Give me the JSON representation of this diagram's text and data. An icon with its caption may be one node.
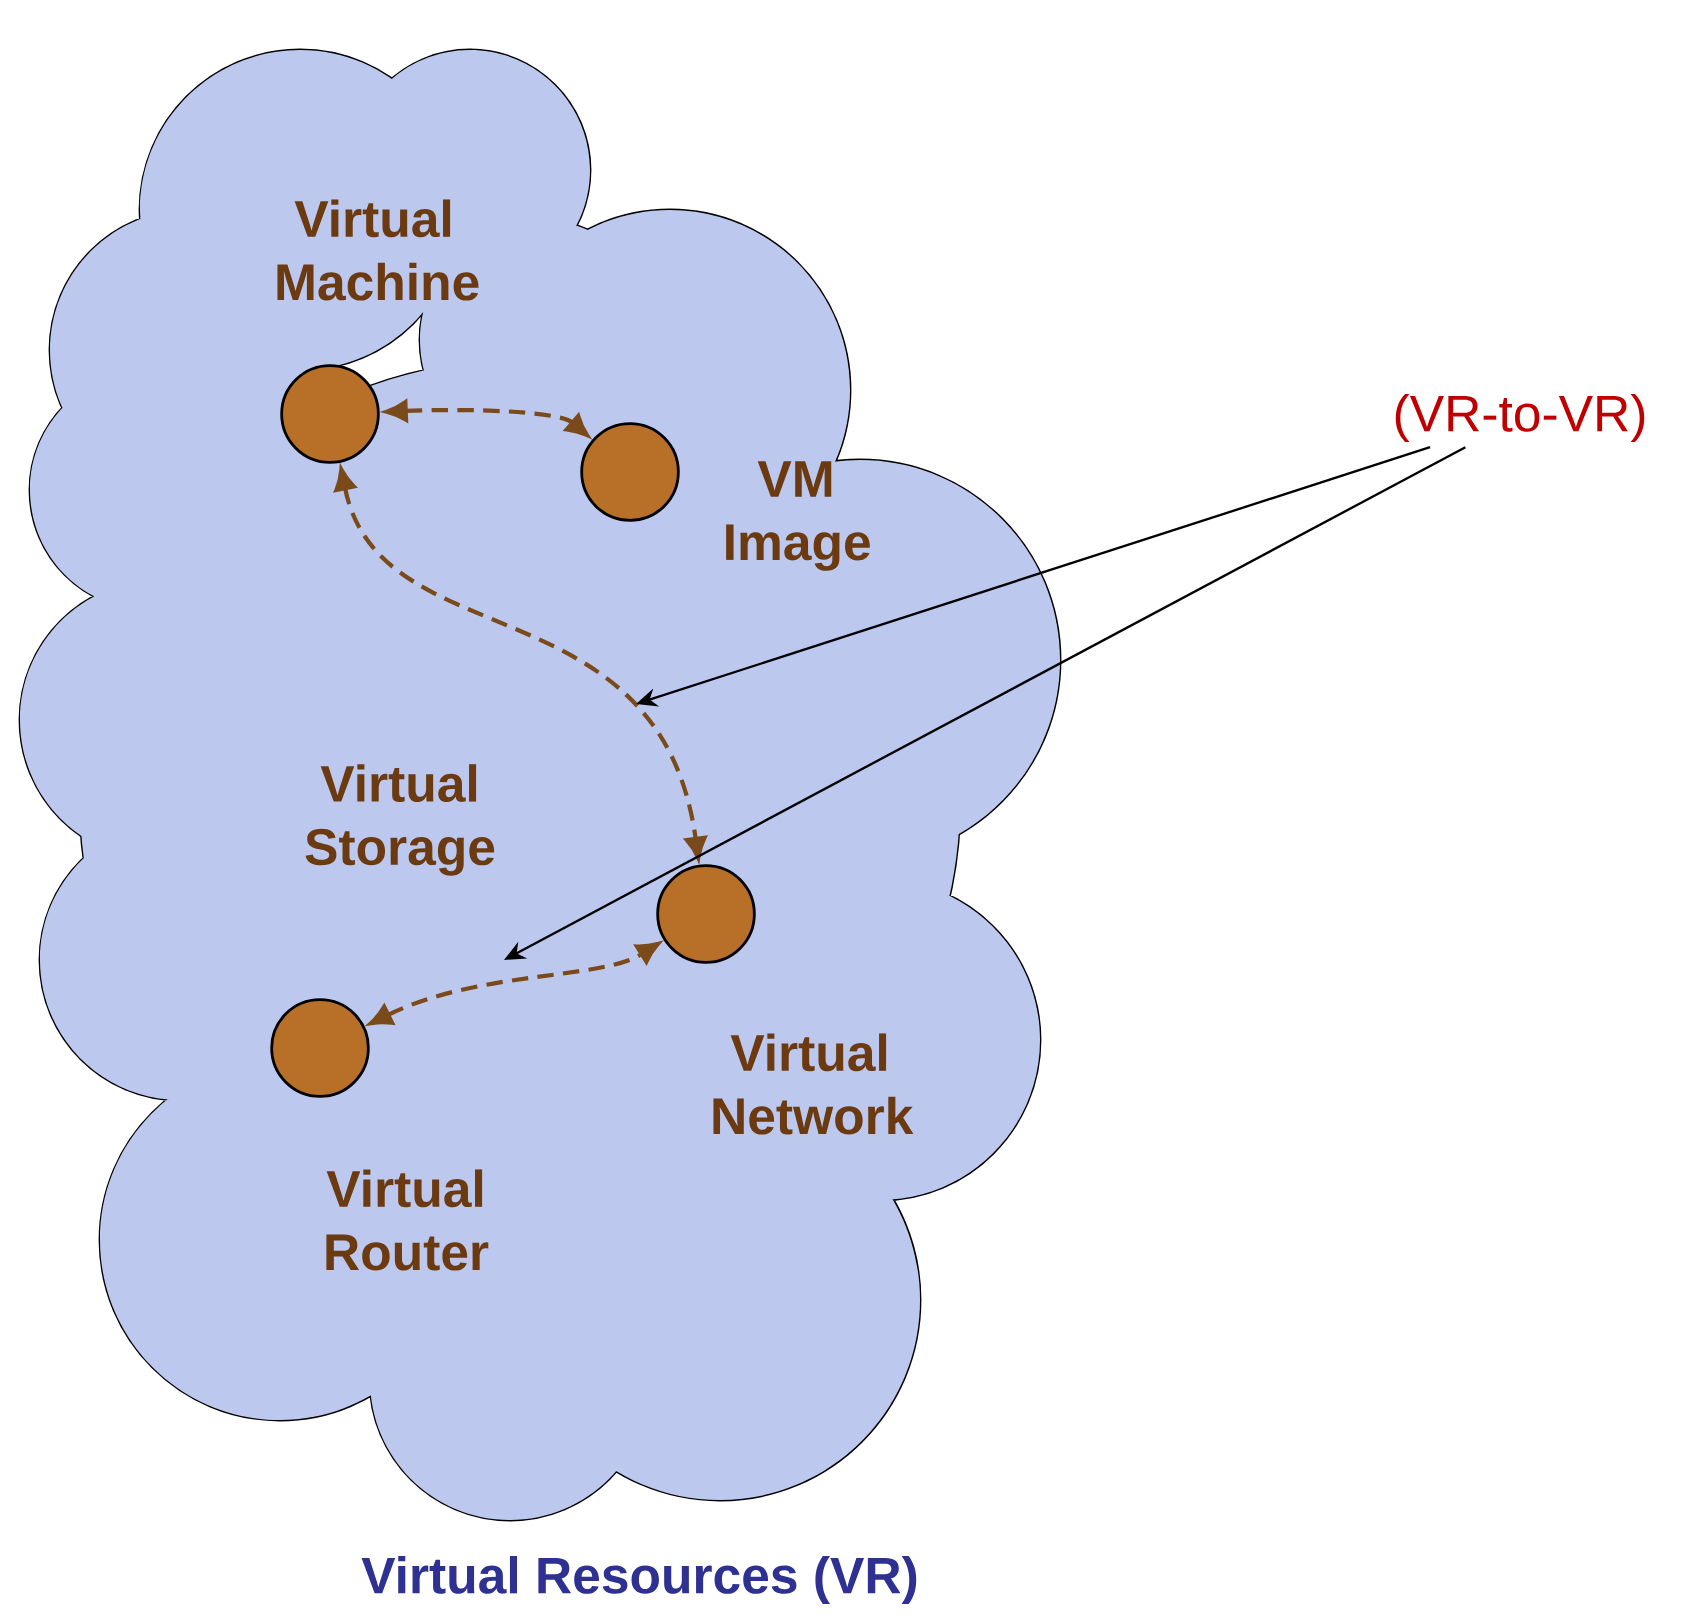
{
  "diagram": {
    "nodes": [
      {
        "text": [
          "Virtual Resources (VR)"
        ]
      },
      {
        "text": [
          "Virtual Machine"
        ],
        "in": 0
      },
      {
        "text": [
          "VM Image"
        ],
        "in": 0
      },
      {
        "text": [
          "Virtual Network"
        ],
        "in": 0
      },
      {
        "text": [
          "Virtual Router"
        ],
        "in": 0
      },
      {
        "text": [
          "(VR-to-VR)"
        ]
      }
    ],
    "edges": [
      {
        "from": 1,
        "to": 2,
        "arrow": "both",
        "style": "dashed",
        "color": "#7b4a1a"
      },
      {
        "from": 1,
        "to": 3,
        "arrow": "both",
        "style": "dashed",
        "color": "#7b4a1a"
      },
      {
        "from": 4,
        "to": 3,
        "arrow": "both",
        "style": "dashed",
        "color": "#7b4a1a"
      },
      {
        "from": 5,
        "to": null,
        "arrow": "to",
        "color": "#000000"
      },
      {
        "from": 5,
        "to": null,
        "arrow": "to",
        "color": "#000000"
      }
    ],
    "labels": [
      "Virtual Storage"
    ]
  }
}
